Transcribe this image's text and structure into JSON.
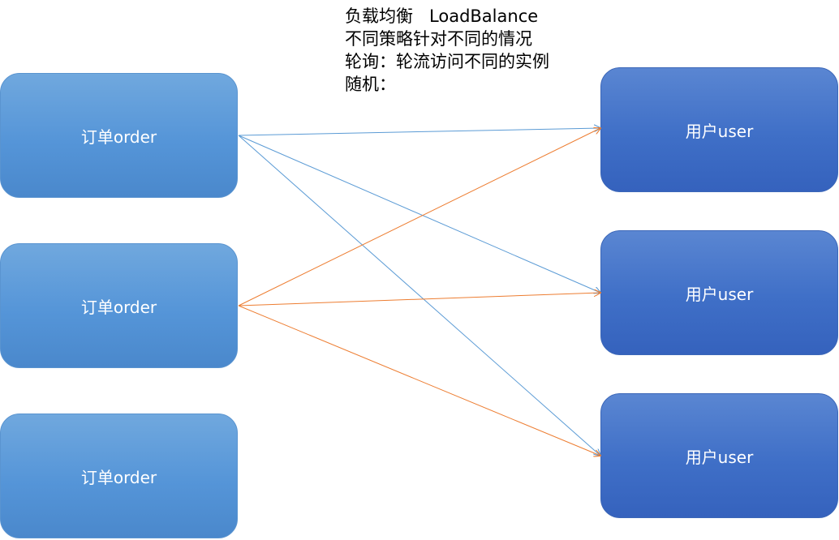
{
  "notes": {
    "line1": "负载均衡   LoadBalance",
    "line2": "不同策略针对不同的情况",
    "line3": "轮询：轮流访问不同的实例",
    "line4": "随机："
  },
  "orders": [
    {
      "label": "订单order"
    },
    {
      "label": "订单order"
    },
    {
      "label": "订单order"
    }
  ],
  "users": [
    {
      "label": "用户user"
    },
    {
      "label": "用户user"
    },
    {
      "label": "用户user"
    }
  ],
  "colors": {
    "order_fill": "#5b9bd5",
    "user_fill": "#4472c4",
    "edge_blue": "#5b9bd5",
    "edge_orange": "#ed7d31",
    "text_on_box": "#ffffff"
  },
  "edges": [
    {
      "from": 0,
      "to": 0,
      "color": "edge_blue"
    },
    {
      "from": 0,
      "to": 1,
      "color": "edge_blue"
    },
    {
      "from": 0,
      "to": 2,
      "color": "edge_blue"
    },
    {
      "from": 1,
      "to": 0,
      "color": "edge_orange"
    },
    {
      "from": 1,
      "to": 1,
      "color": "edge_orange"
    },
    {
      "from": 1,
      "to": 2,
      "color": "edge_orange"
    }
  ]
}
